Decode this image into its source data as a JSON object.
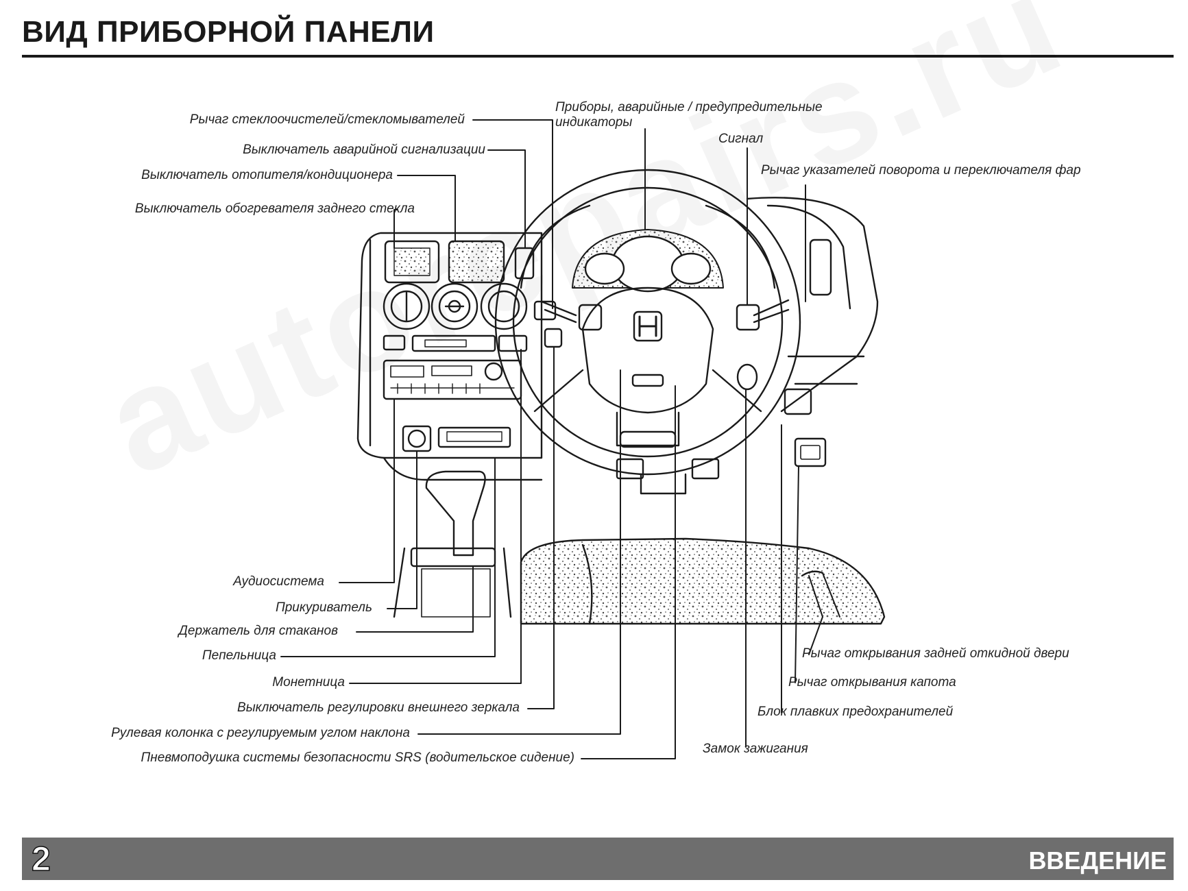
{
  "page": {
    "title": "ВИД ПРИБОРНОЙ ПАНЕЛИ",
    "watermark": "autorepairs.ru",
    "page_number": "2",
    "section": "ВВЕДЕНИЕ"
  },
  "labels": {
    "wiper_lever": "Рычаг стеклоочистелей/стекломывателей",
    "hazard_switch": "Выключатель аварийной сигнализации",
    "heater_switch": "Выключатель отопителя/кондиционера",
    "rear_defroster": "Выключатель обогревателя заднего стекла",
    "gauges": "Приборы, аварийные / предупредительные индикаторы",
    "horn": "Сигнал",
    "turn_signal_lever": "Рычаг указателей поворота и переключателя фар",
    "audio": "Аудиосистема",
    "cigarette_lighter": "Прикуриватель",
    "cup_holder": "Держатель для стаканов",
    "ashtray": "Пепельница",
    "coin_box": "Монетница",
    "mirror_switch": "Выключатель регулировки внешнего зеркала",
    "steering_column": "Рулевая колонка с регулируемым углом наклона",
    "airbag": "Пневмоподушка системы безопасности SRS (водительское сидение)",
    "tailgate_lever": "Рычаг открывания задней откидной двери",
    "hood_release": "Рычаг открывания капота",
    "fuse_box": "Блок плавких предохранителей",
    "ignition": "Замок зажигания"
  }
}
